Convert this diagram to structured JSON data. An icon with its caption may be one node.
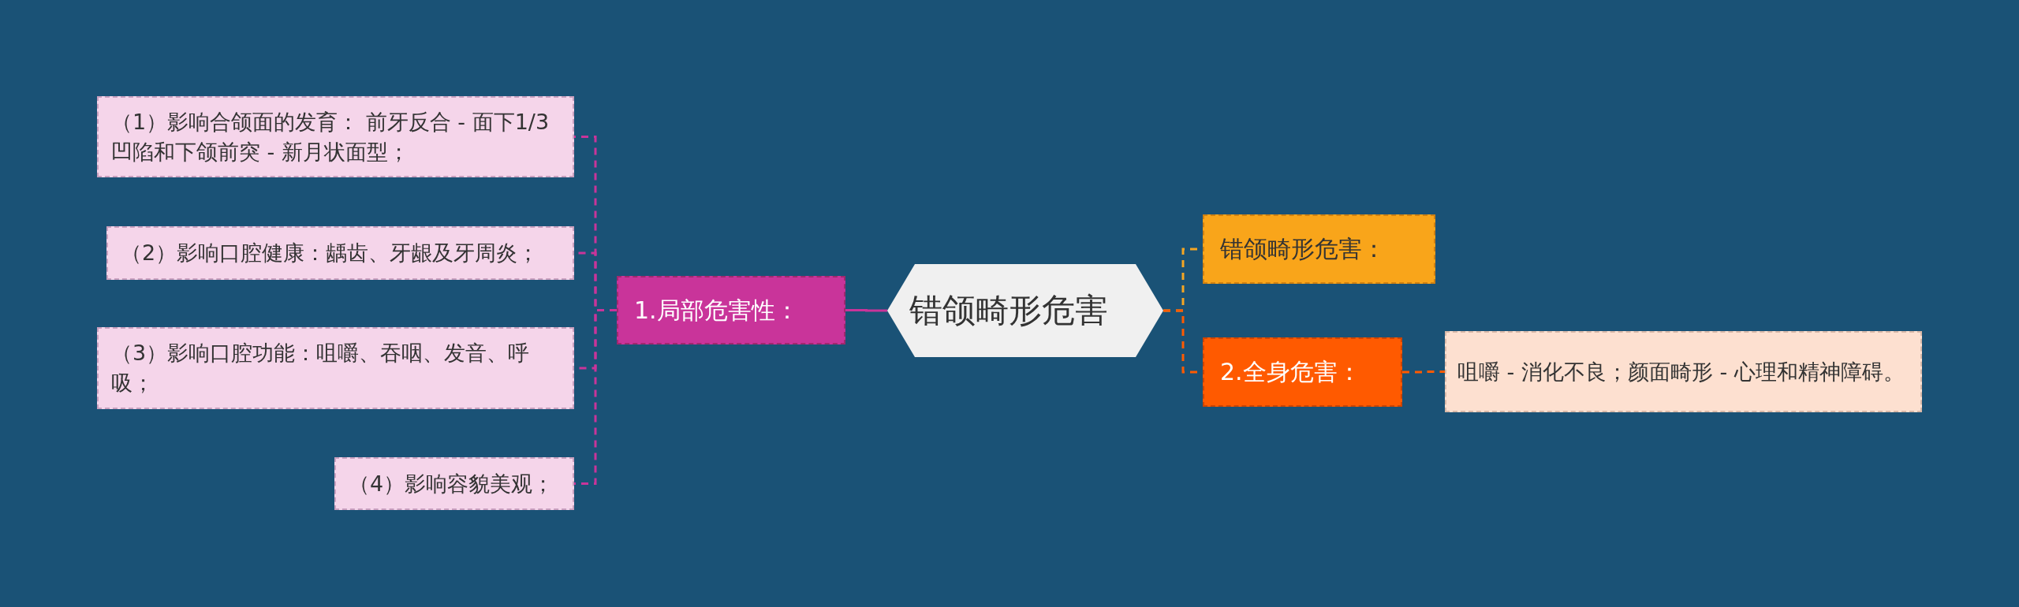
{
  "diagram": {
    "nodes": [
      {
        "text": [
          "错颌畸形危害"
        ]
      },
      {
        "text": [
          "1.局部危害性："
        ]
      },
      {
        "text": [
          "（1）影响合颌面的发育： 前牙反合 - 面下1/3凹陷和下颌前突 - 新月状面型；"
        ]
      },
      {
        "text": [
          "（2）影响口腔健康：龋齿、牙龈及牙周炎；"
        ]
      },
      {
        "text": [
          "（3）影响口腔功能：咀嚼、吞咽、发音、呼吸；"
        ]
      },
      {
        "text": [
          "（4）影响容貌美观；"
        ]
      },
      {
        "text": [
          "错颌畸形危害："
        ]
      },
      {
        "text": [
          "2.全身危害："
        ]
      },
      {
        "text": [
          "咀嚼 - 消化不良；颜面畸形 - 心理和精神障碍。"
        ]
      }
    ],
    "edges": [
      {
        "from": 0,
        "to": 1,
        "arrow": "none"
      },
      {
        "from": 1,
        "to": 2,
        "arrow": "none",
        "style": "dashed"
      },
      {
        "from": 1,
        "to": 3,
        "arrow": "none",
        "style": "dashed"
      },
      {
        "from": 1,
        "to": 4,
        "arrow": "none",
        "style": "dashed"
      },
      {
        "from": 1,
        "to": 5,
        "arrow": "none",
        "style": "dashed"
      },
      {
        "from": 0,
        "to": 6,
        "arrow": "none",
        "style": "dashed",
        "color": "#f5a623"
      },
      {
        "from": 0,
        "to": 7,
        "arrow": "none",
        "style": "dashed",
        "color": "#ff5a00"
      },
      {
        "from": 7,
        "to": 8,
        "arrow": "none",
        "style": "dashed",
        "color": "#ff5a00"
      }
    ]
  }
}
